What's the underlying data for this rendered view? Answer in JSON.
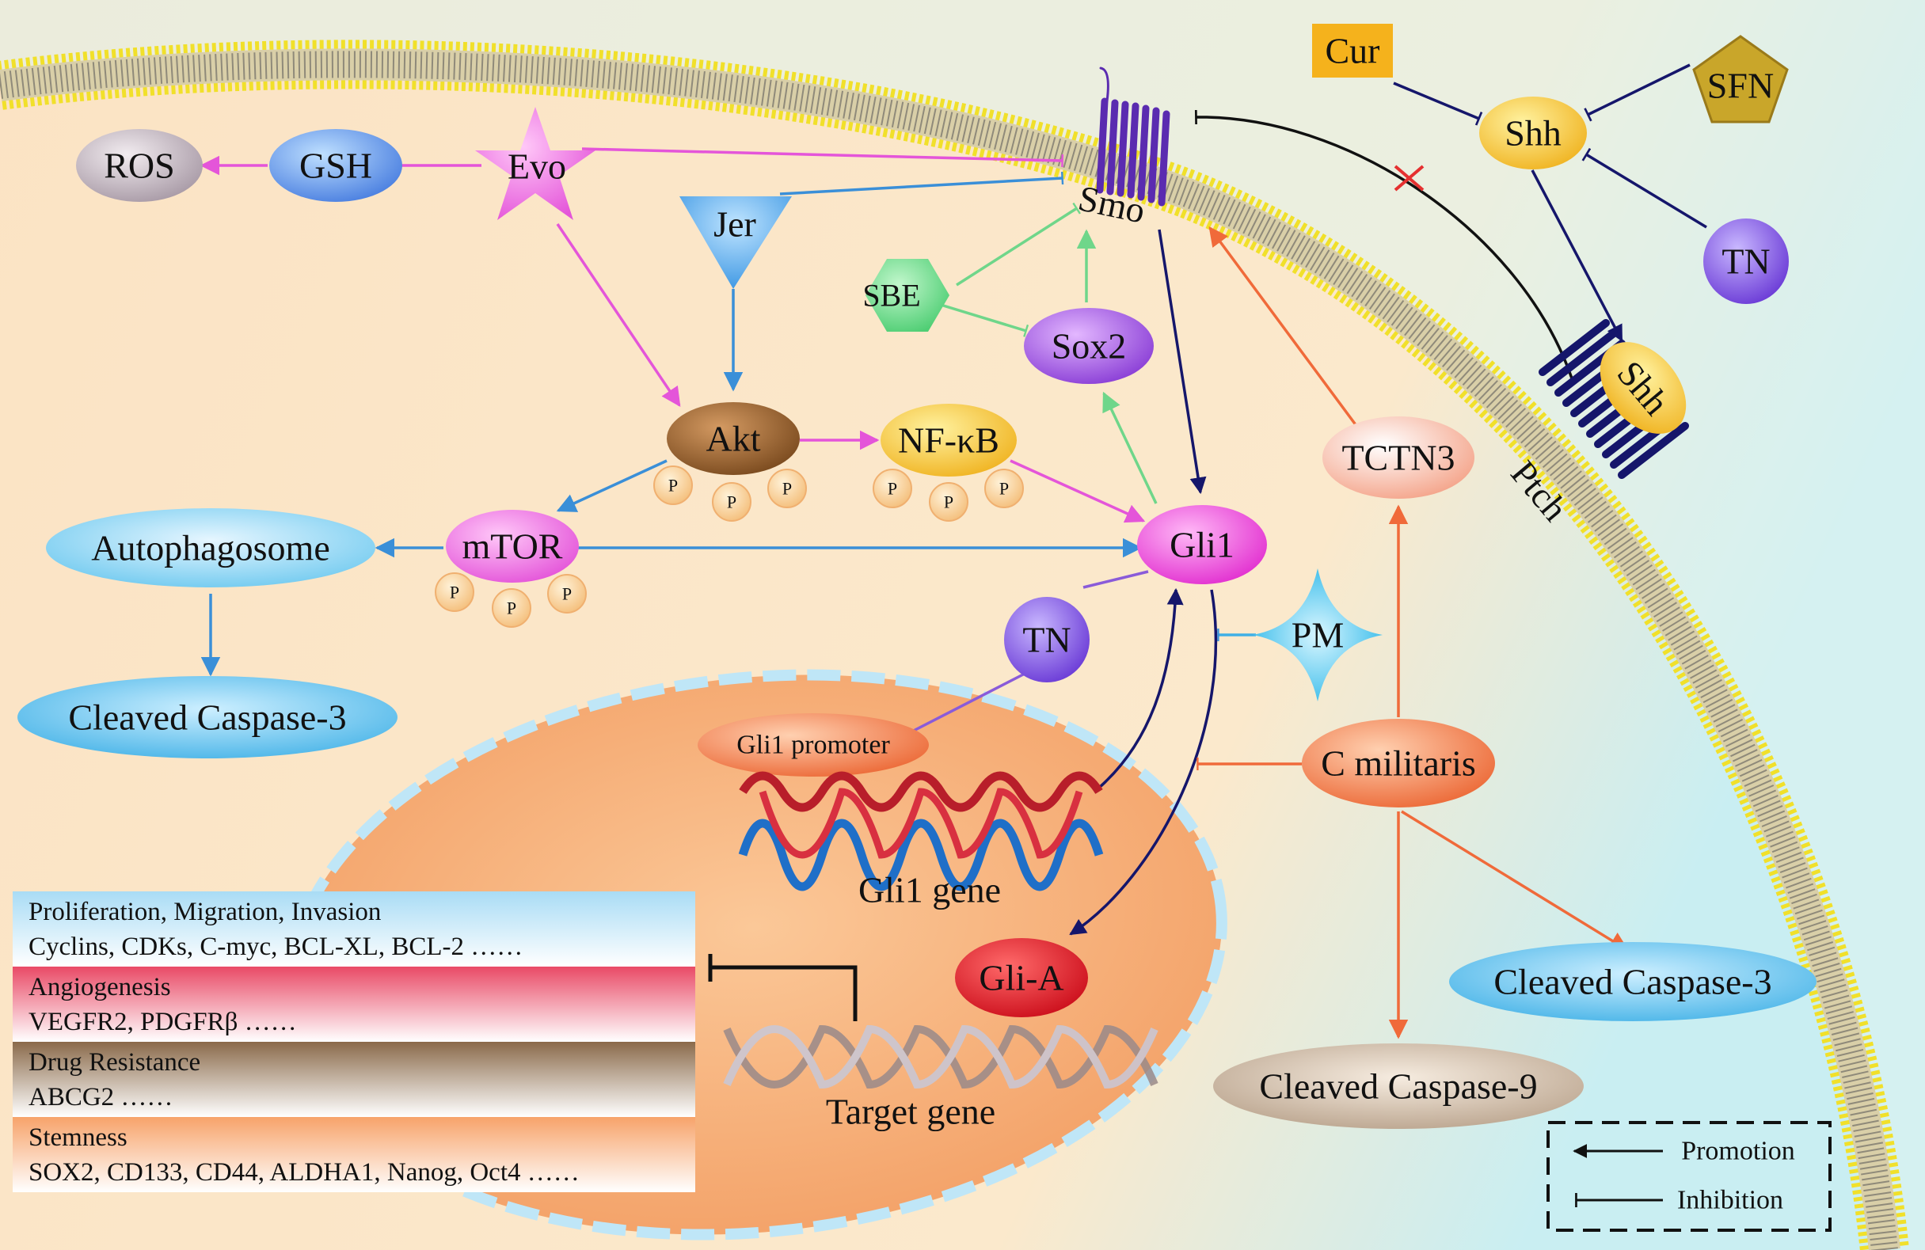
{
  "colors": {
    "background": "#fbe6c6",
    "membrane": "#f1e02a",
    "promotion_blue": "#3a8fd8",
    "evo_magenta": "#e455d9",
    "sbe_green": "#6fd68a",
    "dark_navy": "#15166b",
    "cmilitaris_orange": "#f06a3a",
    "tn_purple": "#8a5bd9"
  },
  "nodes": {
    "ros": "ROS",
    "gsh": "GSH",
    "evo": "Evo",
    "jer": "Jer",
    "smo": "Smo",
    "sbe": "SBE",
    "sox2": "Sox2",
    "akt": "Akt",
    "nfkb": "NF-κB",
    "mtor": "mTOR",
    "phospho": "P",
    "autophagosome": "Autophagosome",
    "cleaved_caspase3_left": "Cleaved Caspase-3",
    "gli1": "Gli1",
    "tn_upper": "TN",
    "tn_mid": "TN",
    "pm": "PM",
    "gli1_promoter": "Gli1 promoter",
    "gli1_gene": "Gli1 gene",
    "gli_a": "Gli-A",
    "target_gene": "Target gene",
    "cur": "Cur",
    "sfn": "SFN",
    "shh_outer": "Shh",
    "shh_bound": "Shh",
    "ptch": "Ptch",
    "tctn3": "TCTN3",
    "c_militaris": "C militaris",
    "cleaved_caspase3_right": "Cleaved Caspase-3",
    "cleaved_caspase9": "Cleaved Caspase-9"
  },
  "target_categories": [
    {
      "title": "Proliferation, Migration, Invasion",
      "genes": "Cyclins, CDKs, C-myc, BCL-XL, BCL-2 ……"
    },
    {
      "title": "Angiogenesis",
      "genes": "VEGFR2, PDGFRβ ……"
    },
    {
      "title": "Drug Resistance",
      "genes": "ABCG2 ……"
    },
    {
      "title": "Stemness",
      "genes": "SOX2, CD133, CD44, ALDHA1, Nanog, Oct4 ……"
    }
  ],
  "legend": {
    "promotion": "Promotion",
    "inhibition": "Inhibition"
  }
}
